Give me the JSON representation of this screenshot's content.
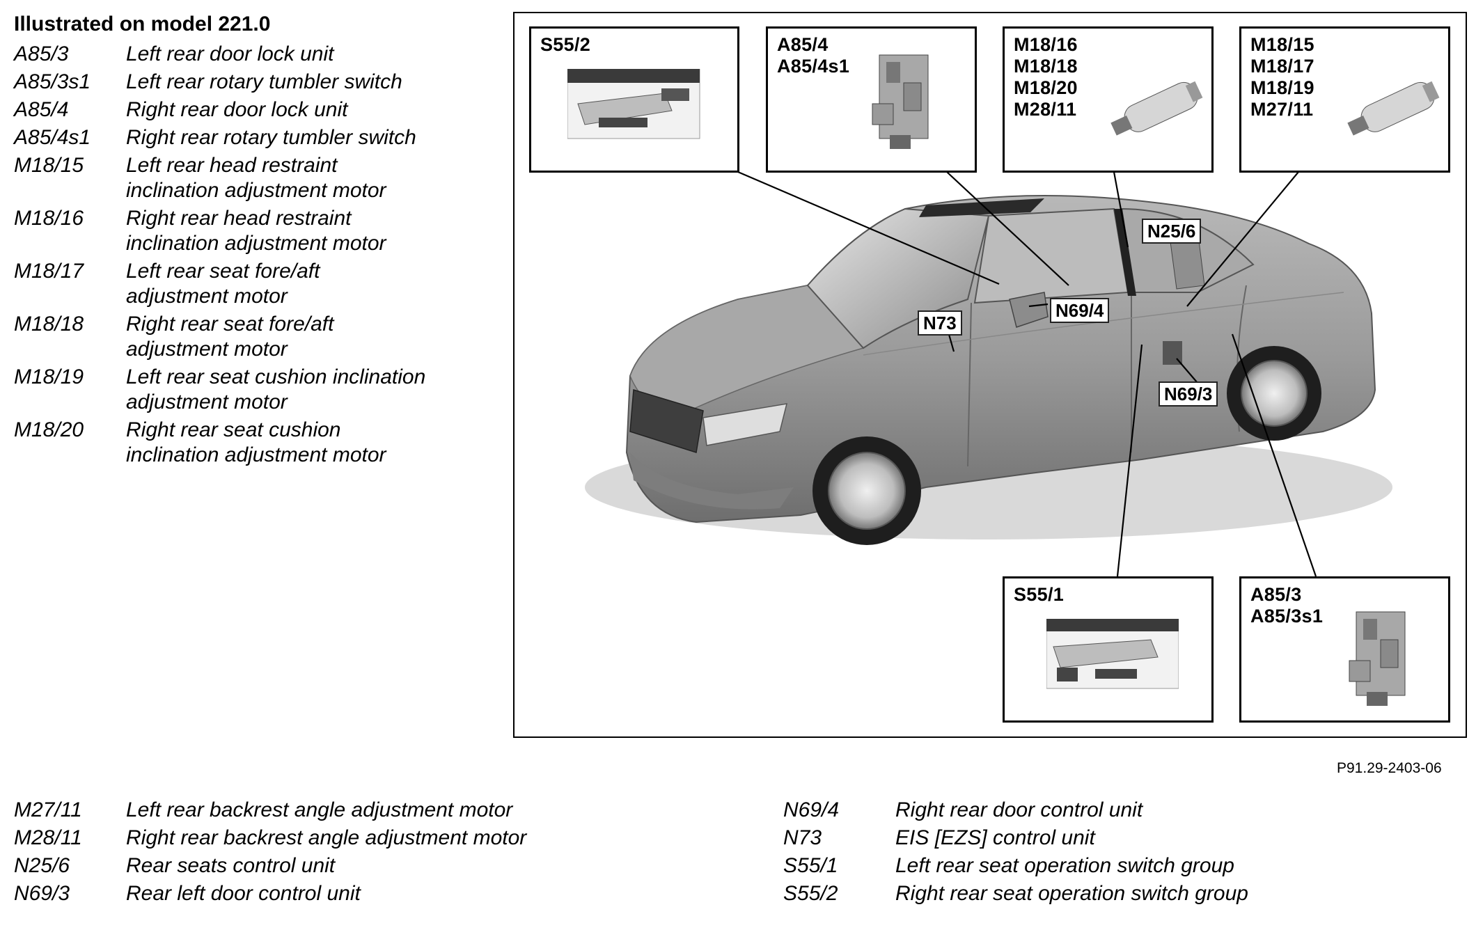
{
  "heading": "Illustrated on model 221.0",
  "legend_top": [
    {
      "code": "A85/3",
      "lines": [
        "Left rear door lock unit"
      ]
    },
    {
      "code": "A85/3s1",
      "lines": [
        "Left rear rotary tumbler switch"
      ]
    },
    {
      "code": "A85/4",
      "lines": [
        "Right rear door lock unit"
      ]
    },
    {
      "code": "A85/4s1",
      "lines": [
        "Right rear rotary tumbler switch"
      ]
    },
    {
      "code": "M18/15",
      "lines": [
        "Left rear head restraint",
        "inclination adjustment motor"
      ]
    },
    {
      "code": "M18/16",
      "lines": [
        "Right rear head restraint",
        "inclination adjustment motor"
      ]
    },
    {
      "code": "M18/17",
      "lines": [
        "Left rear seat fore/aft",
        "adjustment motor"
      ]
    },
    {
      "code": "M18/18",
      "lines": [
        "Right rear seat fore/aft",
        "adjustment motor"
      ]
    },
    {
      "code": "M18/19",
      "lines": [
        "Left rear seat cushion inclination",
        "adjustment motor"
      ]
    },
    {
      "code": "M18/20",
      "lines": [
        "Right rear seat cushion",
        "inclination adjustment motor"
      ]
    }
  ],
  "legend_bottom_left": [
    {
      "code": "M27/11",
      "desc": "Left rear backrest angle adjustment motor"
    },
    {
      "code": "M28/11",
      "desc": "Right rear backrest angle adjustment motor"
    },
    {
      "code": "N25/6",
      "desc": "Rear seats control unit"
    },
    {
      "code": "N69/3",
      "desc": "Rear left door control unit"
    }
  ],
  "legend_bottom_right": [
    {
      "code": "N69/4",
      "desc": "Right rear door control unit"
    },
    {
      "code": "N73",
      "desc": "EIS [EZS] control unit"
    },
    {
      "code": "S55/1",
      "desc": "Left rear seat operation switch group"
    },
    {
      "code": "S55/2",
      "desc": "Right rear seat operation switch group"
    }
  ],
  "callouts": {
    "s55_2": "S55/2",
    "a85_4": "A85/4\nA85/4s1",
    "m18_16": "M18/16\nM18/18\nM18/20\nM28/11",
    "m18_15": "M18/15\nM18/17\nM18/19\nM27/11",
    "s55_1": "S55/1",
    "a85_3": "A85/3\nA85/3s1"
  },
  "tags": {
    "n25_6": "N25/6",
    "n69_4": "N69/4",
    "n73": "N73",
    "n69_3": "N69/3"
  },
  "figure_ref": "P91.29-2403-06",
  "colors": {
    "car_body": "#9a9a9a",
    "car_dark": "#5a5a5a",
    "glass": "#c8c8c8",
    "line": "#000000"
  }
}
